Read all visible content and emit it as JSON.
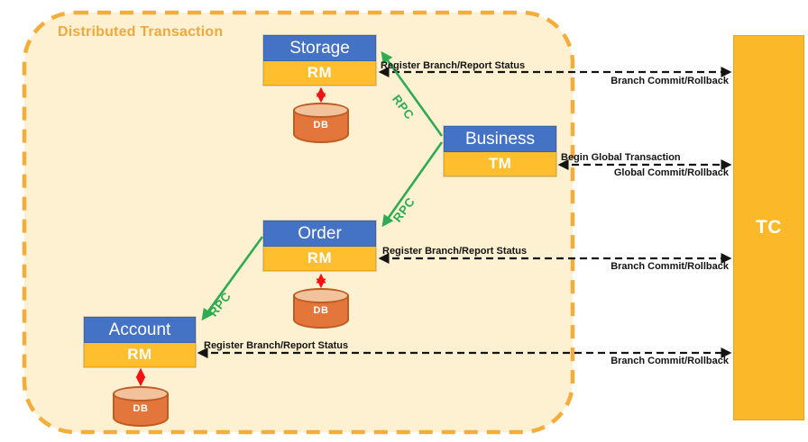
{
  "title": "Distributed Transaction",
  "coordinator": {
    "label": "TC"
  },
  "groups": {
    "storage": {
      "app": "Storage",
      "role": "RM",
      "db": "DB"
    },
    "business": {
      "app": "Business",
      "role": "TM"
    },
    "order": {
      "app": "Order",
      "role": "RM",
      "db": "DB"
    },
    "account": {
      "app": "Account",
      "role": "RM",
      "db": "DB"
    }
  },
  "labels": {
    "register_status": "Register Branch/Report Status",
    "branch_commit": "Branch Commit/Rollback",
    "begin_global": "Begin Global Transaction",
    "global_commit": "Global Commit/Rollback",
    "rpc": "RPC"
  },
  "colors": {
    "app_blue": "#4472C4",
    "resource_gold": "#FFBE2D",
    "coordinator_gold": "#FBB829",
    "rpc_green": "#2FAB53",
    "db_link_red": "#F21212",
    "boundary_orange": "#F4AC3A",
    "boundary_fill": "#FDF1D1",
    "db_orange": "#E2763B"
  }
}
